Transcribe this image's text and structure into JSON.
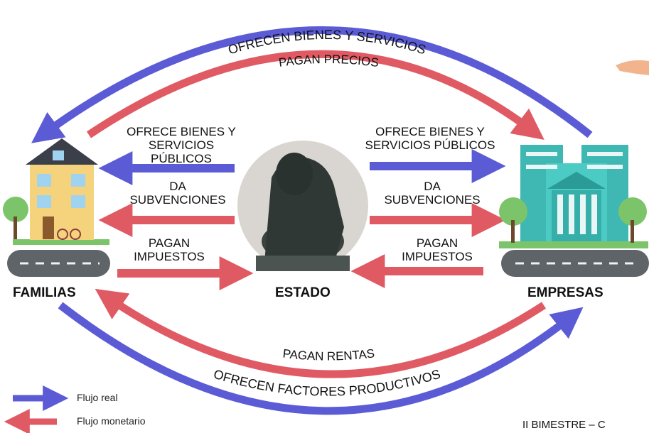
{
  "flows": {
    "top_outer": "OFRECEN BIENES Y SERVICIOS",
    "top_inner": "PAGAN PRECIOS",
    "bottom_inner": "PAGAN RENTAS",
    "bottom_outer": "OFRECEN FACTORES PRODUCTIVOS"
  },
  "estado_left": {
    "servicios": "OFRECE BIENES Y\nSERVICIOS PÚBLICOS",
    "subvenciones": "DA\nSUBVENCIONES",
    "impuestos": "PAGAN\nIMPUESTOS"
  },
  "estado_right": {
    "servicios": "OFRECE BIENES Y\nSERVICIOS PÚBLICOS",
    "subvenciones": "DA\nSUBVENCIONES",
    "impuestos": "PAGAN\nIMPUESTOS"
  },
  "actors": {
    "familias": "FAMILIAS",
    "estado": "ESTADO",
    "empresas": "EMPRESAS"
  },
  "legend": {
    "real": "Flujo real",
    "monetario": "Flujo monetario"
  },
  "footer": "II BIMESTRE – C",
  "colors": {
    "real": "#5b5bd6",
    "monetario": "#e05a64"
  }
}
